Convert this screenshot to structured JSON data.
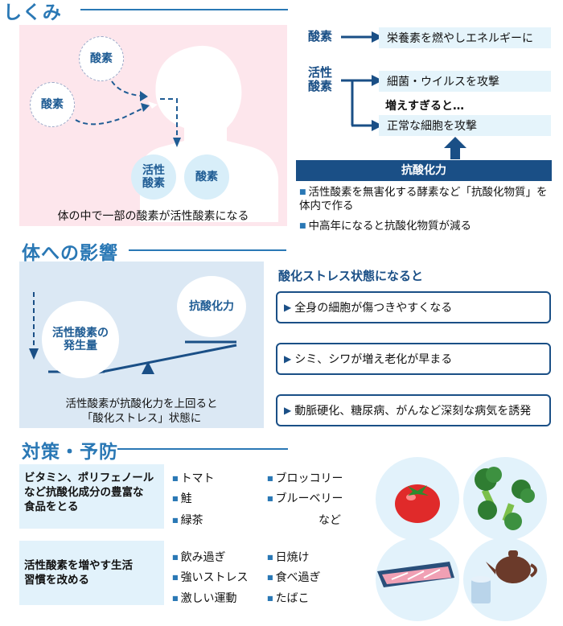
{
  "sections": {
    "shikumi": "しくみ",
    "eikyo": "体への影響",
    "taisaku": "対策・予防"
  },
  "shikumi": {
    "oxygen1": "酸素",
    "oxygen2": "酸素",
    "active_oxygen": "活性\n酸素",
    "oxygen_lung": "酸素",
    "caption": "体の中で一部の酸素が活性酸素になる",
    "flow": {
      "oxygen": "酸素",
      "oxygen_effect": "栄養素を燃やしエネルギーに",
      "active_oxygen": "活性\n酸素",
      "active_effect": "細菌・ウイルスを攻撃",
      "too_much": "増えすぎると…",
      "attack_cells": "正常な細胞を攻撃",
      "antioxidant": "抗酸化力",
      "note1": "活性酸素を無害化する酵素など「抗酸化物質」を体内で作る",
      "note2": "中高年になると抗酸化物質が減る"
    }
  },
  "eikyo": {
    "active_amount": "活性酸素の\n発生量",
    "antioxidant": "抗酸化力",
    "caption_line1": "活性酸素が抗酸化力を上回ると",
    "caption_line2": "「酸化ストレス」状態に",
    "stress_title": "酸化ストレス状態になると",
    "effects": [
      "全身の細胞が傷つきやすくなる",
      "シミ、シワが増え老化が早まる",
      "動脈硬化、糖尿病、がんなど深刻な病気を誘発"
    ]
  },
  "taisaku": {
    "cat1": "ビタミン、ポリフェノール\nなど抗酸化成分の豊富な\n食品をとる",
    "cat1_items": [
      "トマト",
      "ブロッコリー",
      "鮭",
      "ブルーベリー",
      "緑茶"
    ],
    "cat1_etc": "など",
    "cat2": "活性酸素を増やす生活\n習慣を改める",
    "cat2_items": [
      "飲み過ぎ",
      "日焼け",
      "強いストレス",
      "食べ過ぎ",
      "激しい運動",
      "たばこ"
    ]
  },
  "colors": {
    "accent": "#2a78b5",
    "dark_blue": "#1a4f86",
    "pink_bg": "#fde6ec",
    "light_blue_bg": "#e2f2fb",
    "panel_blue": "#dbe8f4"
  }
}
